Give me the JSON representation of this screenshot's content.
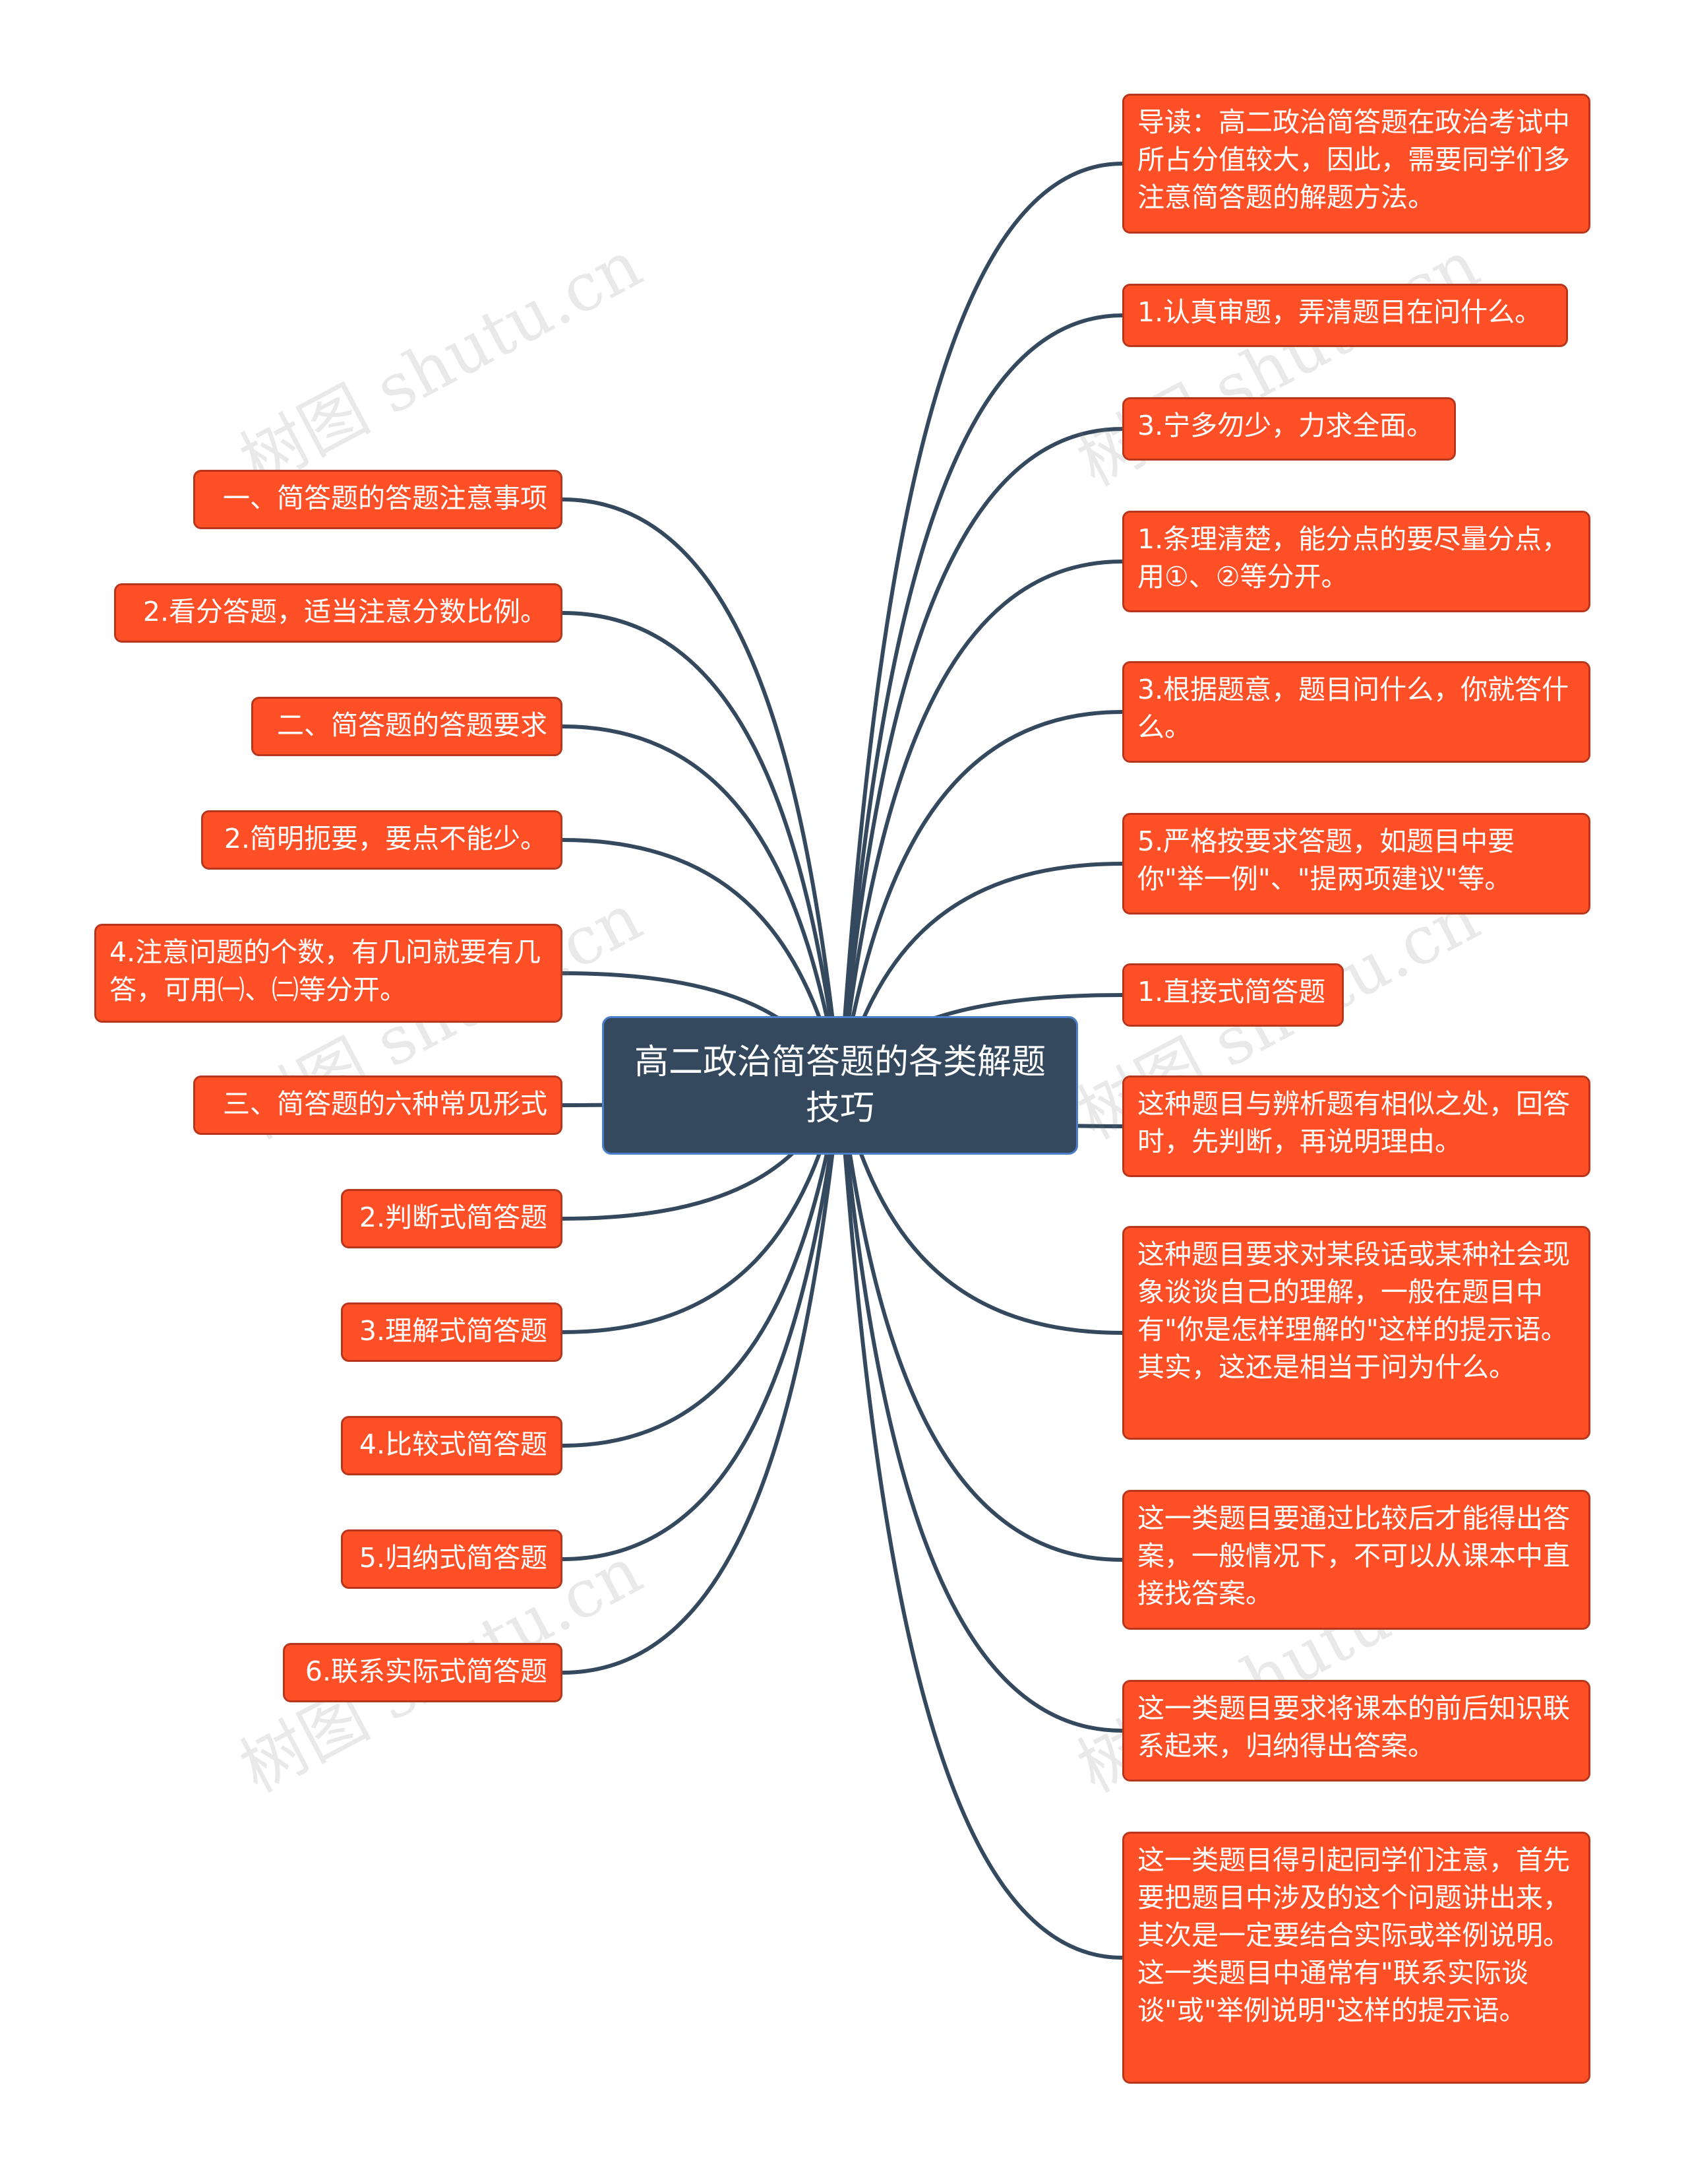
{
  "center": {
    "title": "高二政治简答题的各类解题技巧"
  },
  "left_nodes": [
    {
      "text": "一、简答题的答题注意事项"
    },
    {
      "text": "2.看分答题，适当注意分数比例。"
    },
    {
      "text": "二、简答题的答题要求"
    },
    {
      "text": "2.简明扼要，要点不能少。"
    },
    {
      "text": "4.注意问题的个数，有几问就要有几答，可用㈠、㈡等分开。"
    },
    {
      "text": "三、简答题的六种常见形式"
    },
    {
      "text": "2.判断式简答题"
    },
    {
      "text": "3.理解式简答题"
    },
    {
      "text": "4.比较式简答题"
    },
    {
      "text": "5.归纳式简答题"
    },
    {
      "text": "6.联系实际式简答题"
    }
  ],
  "right_nodes": [
    {
      "text": "导读：高二政治简答题在政治考试中所占分值较大，因此，需要同学们多注意简答题的解题方法。"
    },
    {
      "text": "1.认真审题，弄清题目在问什么。"
    },
    {
      "text": "3.宁多勿少，力求全面。"
    },
    {
      "text": "1.条理清楚，能分点的要尽量分点，用①、②等分开。"
    },
    {
      "text": "3.根据题意，题目问什么，你就答什么。"
    },
    {
      "text": "5.严格按要求答题，如题目中要你\"举一例\"、\"提两项建议\"等。"
    },
    {
      "text": "1.直接式简答题"
    },
    {
      "text": "这种题目与辨析题有相似之处，回答时，先判断，再说明理由。"
    },
    {
      "text": "这种题目要求对某段话或某种社会现象谈谈自己的理解，一般在题目中有\"你是怎样理解的\"这样的提示语。其实，这还是相当于问为什么。"
    },
    {
      "text": "这一类题目要通过比较后才能得出答案，一般情况下，不可以从课本中直接找答案。"
    },
    {
      "text": "这一类题目要求将课本的前后知识联系起来，归纳得出答案。"
    },
    {
      "text": "这一类题目得引起同学们注意，首先要把题目中涉及的这个问题讲出来，其次是一定要结合实际或举例说明。这一类题目中通常有\"联系实际谈谈\"或\"举例说明\"这样的提示语。"
    }
  ],
  "watermark": "树图 shutu.cn",
  "colors": {
    "node_fill": "#ff4f26",
    "node_border": "#b8361b",
    "center_fill": "#34495e",
    "center_border": "#4a7fc9",
    "link": "#34495e"
  }
}
